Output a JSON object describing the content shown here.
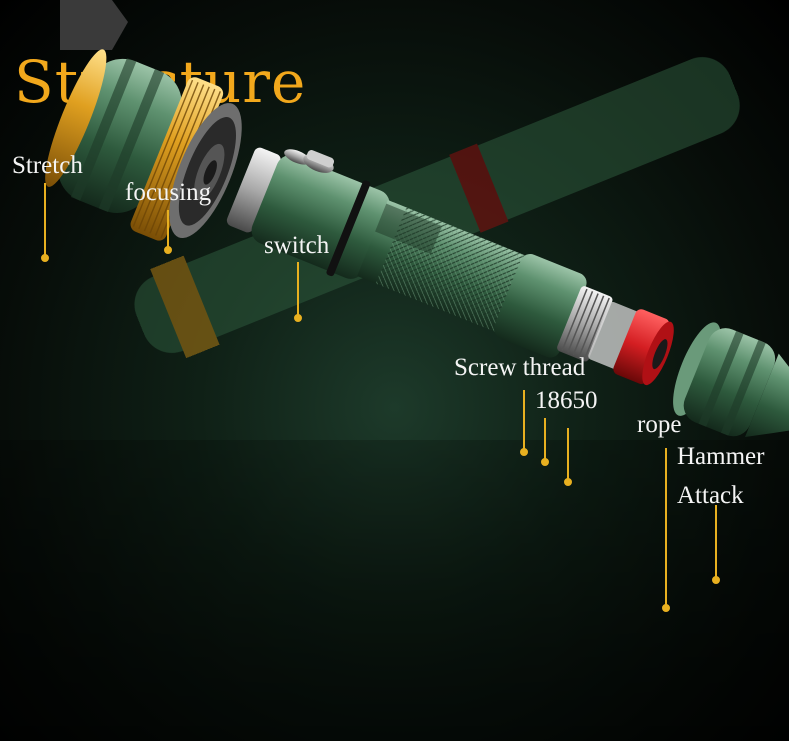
{
  "title": "Structure",
  "labels": {
    "stretch": "Stretch",
    "focusing": "focusing",
    "switch": "switch",
    "screw_thread": "Screw thread",
    "battery": "18650",
    "rope": "rope",
    "hammer": "Hammer",
    "attack": "Attack"
  },
  "colors": {
    "title": "#f2a81c",
    "label": "#f4f4f4",
    "body_green": "#3d6e4e",
    "gold_ring": "#e0a020",
    "battery_red": "#d41e22",
    "callout_line": "#e8b020"
  }
}
